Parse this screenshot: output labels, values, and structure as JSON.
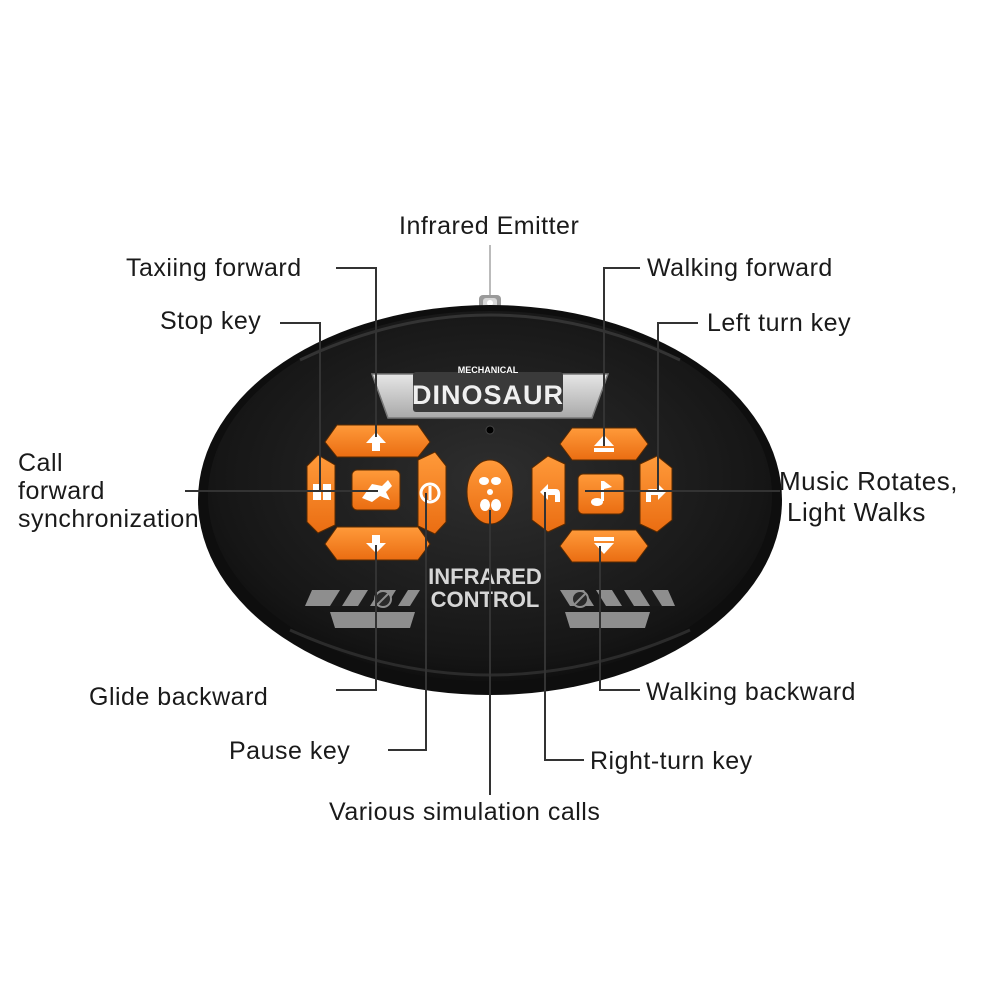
{
  "remote": {
    "brand_small": "MECHANICAL",
    "brand_large": "DINOSAUR",
    "panel_line1": "INFRARED",
    "panel_line2": "CONTROL"
  },
  "callouts": {
    "infrared_emitter": "Infrared Emitter",
    "taxiing_forward": "Taxiing forward",
    "stop_key": "Stop key",
    "call_forward_sync": [
      "Call",
      "forward",
      "synchronization"
    ],
    "glide_backward": "Glide backward",
    "pause_key": "Pause key",
    "various_simulation_calls": "Various simulation calls",
    "walking_forward": "Walking forward",
    "left_turn_key": "Left turn key",
    "music_rotates": [
      "Music Rotates,",
      "Light Walks"
    ],
    "walking_backward": "Walking backward",
    "right_turn_key": "Right-turn key"
  },
  "icons": {
    "emitter": "infrared-led-icon",
    "stop": "stop-icon",
    "call_sync": "dinosaur-call-icon",
    "up": "arrow-up-icon",
    "down": "arrow-down-icon",
    "pause": "pause-power-icon",
    "simulation": "paw-prints-icon",
    "turn_left": "turn-left-icon",
    "turn_right": "turn-right-icon",
    "music": "music-note-icon",
    "walk_forward": "eject-up-icon",
    "walk_backward": "eject-down-icon"
  },
  "colors": {
    "button_orange": "#f7821e",
    "body_black": "#1c1c1c",
    "label_plate": "#c9c9c9",
    "line": "#333333"
  }
}
